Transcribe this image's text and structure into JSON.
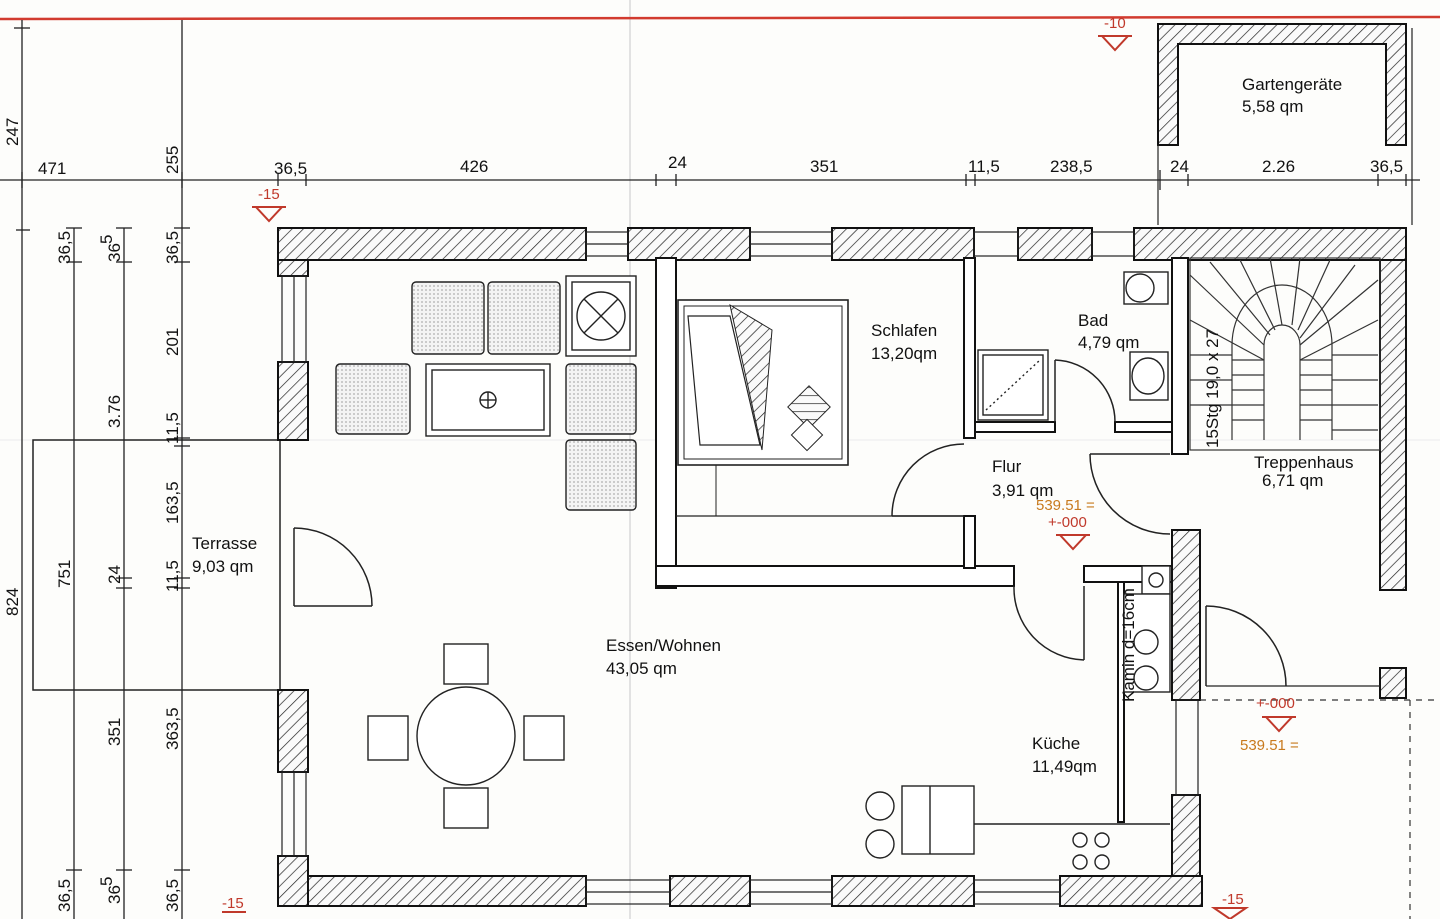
{
  "rooms": {
    "gartengeraete": {
      "name": "Gartengeräte",
      "area": "5,58 qm"
    },
    "schlafen": {
      "name": "Schlafen",
      "area": "13,20qm"
    },
    "bad": {
      "name": "Bad",
      "area": "4,79 qm"
    },
    "flur": {
      "name": "Flur",
      "area": "3,91 qm"
    },
    "treppenhaus": {
      "name": "Treppenhaus",
      "area": "6,71 qm"
    },
    "terrasse": {
      "name": "Terrasse",
      "area": "9,03 qm"
    },
    "essen": {
      "name": "Essen/Wohnen",
      "area": "43,05 qm"
    },
    "kueche": {
      "name": "Küche",
      "area": "11,49qm"
    }
  },
  "stairs_label": "15Stg 19,0 x 27",
  "kamin_label": "Kamin d=16cm",
  "top_dims": [
    "471",
    "255",
    "36,5",
    "426",
    "24",
    "351",
    "11,5",
    "238,5",
    "24",
    "2.26",
    "36,5"
  ],
  "left_dims": {
    "outer_top": "247",
    "outer_total": "824",
    "terrace": "751",
    "col_a": [
      "36,5",
      "36,5"
    ],
    "col_b": [
      "36",
      "5",
      "3.76",
      "24",
      "351",
      "36",
      "5"
    ],
    "col_c": [
      "36,5",
      "201",
      "11,5",
      "163,5",
      "11,5",
      "363,5",
      "36,5"
    ]
  },
  "levels": {
    "top_mid": "-10",
    "top_left": "-15",
    "bottom_left": "-15",
    "bottom_right": "-15",
    "flur_value": "539.51 =",
    "flur_zero": "+-000",
    "stair_zero": "+-000",
    "stair_value": "539.51 ="
  },
  "colors": {
    "wall_hatch": "#222222",
    "level_red": "#c0392b",
    "level_orange": "#c87a1e",
    "line": "#1a1a1a"
  }
}
